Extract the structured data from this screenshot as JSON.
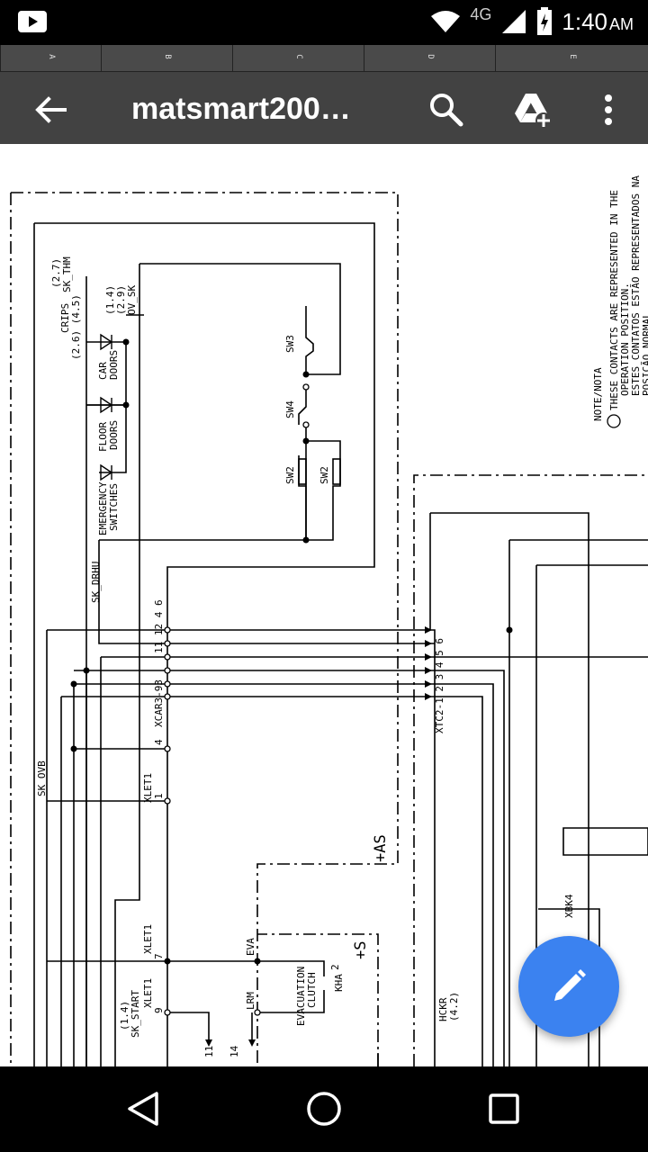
{
  "status_bar": {
    "network": "4G",
    "time": "1:40",
    "ampm": "AM"
  },
  "ruler": {
    "columns": [
      "A",
      "B",
      "C",
      "D",
      "E"
    ]
  },
  "app_bar": {
    "title": "matsmart200…"
  },
  "schematic": {
    "labels": {
      "crips": "CRIPS",
      "crips_ref": "(2.6) (4.5)",
      "sk_thm_ref": "(2.7)",
      "sk_thm": "SK_THM",
      "ov_sk_ref1": "(1.4)",
      "ov_sk_ref2": "(2.9)",
      "ov_sk": "OV_SK",
      "car_doors_1": "CAR",
      "car_doors_2": "DOORS",
      "floor_doors_1": "FLOOR",
      "floor_doors_2": "DOORS",
      "emergency_1": "EMERGENCY",
      "emergency_2": "SWITCHES",
      "sw3": "SW3",
      "sw4": "SW4",
      "sw2a": "SW2",
      "sw2b": "SW2",
      "sk_drhu": "SK_DRHU",
      "sk_ovb": "SK_OVB",
      "xcar3": "XCAR3-93",
      "xcar3_pins": "11 12 4 6",
      "xlet1_a": "XLET1",
      "xlet1_b": "XLET1",
      "xlet1_c": "XLET1",
      "xtc2": "XTC2-1 2 3 4 5 6",
      "plus_as": "+AS",
      "plus_s": "+S",
      "eva": "EVA",
      "lrm": "LRM",
      "evac_1": "EVACUATION",
      "evac_2": "CLUTCH",
      "kha": "KHA",
      "sk_start_ref": "(1.4)",
      "sk_start": "SK_START",
      "hckr": "HCKR",
      "hckr_ref": "(4.2)",
      "xbk4": "XBK4",
      "pin_11": "11",
      "pin_14": "14",
      "pin_9": "9",
      "pin_7": "7",
      "pin_4": "4",
      "pin_1": "1",
      "pin_2": "2",
      "note_title": "NOTE/NOTA",
      "note_line1": "THESE CONTACTS ARE REPRESENTED IN THE",
      "note_line2": "OPERATION POSITION.",
      "note_line3": "ESTES CONTATOS ESTÃO REPRESENTADOS NA",
      "note_line4": "POSIÇÃO NORMAL"
    }
  }
}
